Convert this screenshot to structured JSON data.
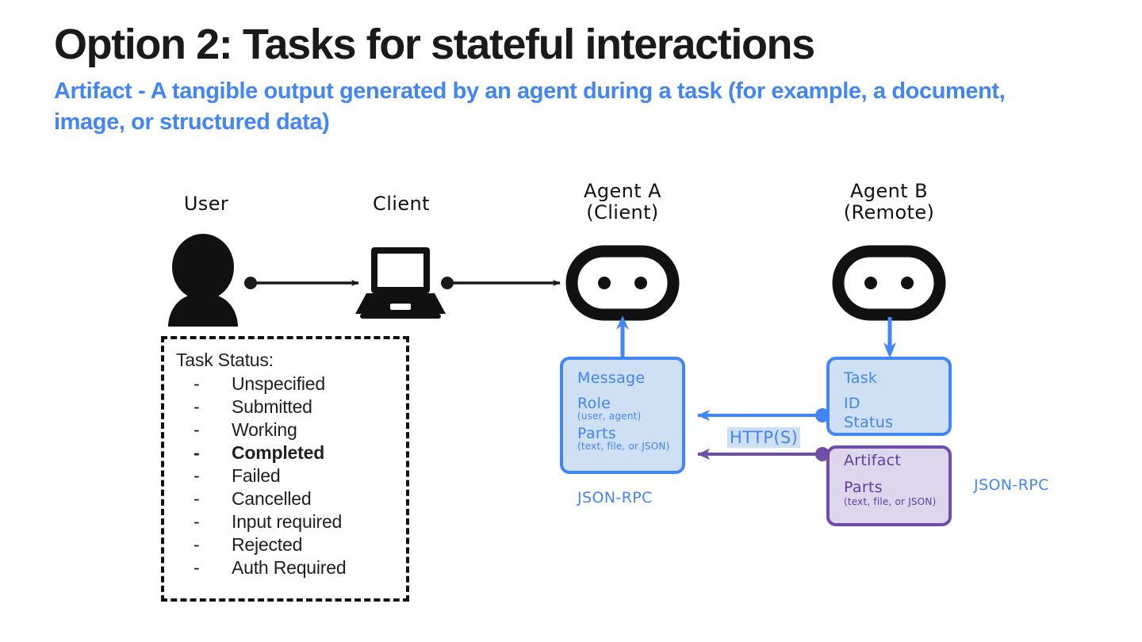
{
  "slide": {
    "title": "Option 2: Tasks for stateful interactions",
    "subtitle": "Artifact - A tangible output generated by an agent during a task (for example, a document, image, or structured data)",
    "accent_blue": "#4285f4",
    "accent_purple": "#6f4da8",
    "box_fill_blue": "#cfe0f5",
    "box_fill_purple": "#ddd6ec",
    "background": "#ffffff"
  },
  "diagram": {
    "nodes": [
      {
        "id": "user",
        "label": "User",
        "icon": "person-icon"
      },
      {
        "id": "client",
        "label": "Client",
        "icon": "laptop-icon"
      },
      {
        "id": "agent_a",
        "label_line1": "Agent A",
        "label_line2": "(Client)",
        "icon": "robot-icon"
      },
      {
        "id": "agent_b",
        "label_line1": "Agent B",
        "label_line2": "(Remote)",
        "icon": "robot-icon"
      }
    ],
    "transport_label": "HTTP(S)",
    "jsonrpc_left": "JSON-RPC",
    "jsonrpc_right": "JSON-RPC"
  },
  "task_status": {
    "title": "Task Status:",
    "bullet": "-",
    "items": [
      {
        "label": "Unspecified",
        "emphasis": false
      },
      {
        "label": "Submitted",
        "emphasis": false
      },
      {
        "label": "Working",
        "emphasis": false
      },
      {
        "label": "Completed",
        "emphasis": true
      },
      {
        "label": "Failed",
        "emphasis": false
      },
      {
        "label": "Cancelled",
        "emphasis": false
      },
      {
        "label": "Input required",
        "emphasis": false
      },
      {
        "label": "Rejected",
        "emphasis": false
      },
      {
        "label": "Auth Required",
        "emphasis": false
      }
    ]
  },
  "message_box": {
    "title": "Message",
    "field1": "Role",
    "field1_note": "(user, agent)",
    "field2": "Parts",
    "field2_note": "(text, file, or JSON)"
  },
  "task_box": {
    "title": "Task",
    "field1": "ID",
    "field2": "Status"
  },
  "artifact_box": {
    "title": "Artifact",
    "field1": "Parts",
    "field1_note": "(text, file, or JSON)"
  }
}
